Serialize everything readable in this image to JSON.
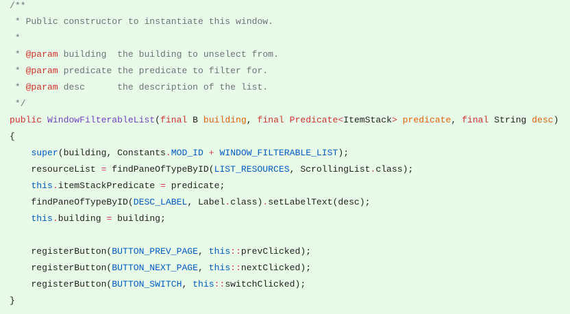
{
  "code": {
    "language": "java",
    "lines": [
      [
        {
          "t": "/**",
          "k": "c"
        }
      ],
      [
        {
          "t": " * Public constructor to instantiate this window.",
          "k": "c"
        }
      ],
      [
        {
          "t": " *",
          "k": "c"
        }
      ],
      [
        {
          "t": " * ",
          "k": "c"
        },
        {
          "t": "@param",
          "k": "ck"
        },
        {
          "t": " building  the building to unselect from.",
          "k": "c"
        }
      ],
      [
        {
          "t": " * ",
          "k": "c"
        },
        {
          "t": "@param",
          "k": "ck"
        },
        {
          "t": " predicate the predicate to filter for.",
          "k": "c"
        }
      ],
      [
        {
          "t": " * ",
          "k": "c"
        },
        {
          "t": "@param",
          "k": "ck"
        },
        {
          "t": " desc      the description of the list.",
          "k": "c"
        }
      ],
      [
        {
          "t": " */",
          "k": "c"
        }
      ],
      [
        {
          "t": "public",
          "k": "kw"
        },
        {
          "t": " ",
          "k": "pl"
        },
        {
          "t": "WindowFilterableList",
          "k": "fn"
        },
        {
          "t": "(",
          "k": "pl"
        },
        {
          "t": "final",
          "k": "kw"
        },
        {
          "t": " B ",
          "k": "pl"
        },
        {
          "t": "building",
          "k": "pa"
        },
        {
          "t": ", ",
          "k": "pl"
        },
        {
          "t": "final",
          "k": "kw"
        },
        {
          "t": " ",
          "k": "pl"
        },
        {
          "t": "Predicate",
          "k": "ty"
        },
        {
          "t": "<",
          "k": "op"
        },
        {
          "t": "ItemStack",
          "k": "pl"
        },
        {
          "t": ">",
          "k": "op"
        },
        {
          "t": " ",
          "k": "pl"
        },
        {
          "t": "predicate",
          "k": "pa"
        },
        {
          "t": ", ",
          "k": "pl"
        },
        {
          "t": "final",
          "k": "kw"
        },
        {
          "t": " String ",
          "k": "pl"
        },
        {
          "t": "desc",
          "k": "pa"
        },
        {
          "t": ")",
          "k": "pl"
        }
      ],
      [
        {
          "t": "{",
          "k": "pl"
        }
      ],
      [
        {
          "t": "    ",
          "k": "pl"
        },
        {
          "t": "super",
          "k": "ct"
        },
        {
          "t": "(building, Constants",
          "k": "pl"
        },
        {
          "t": ".",
          "k": "op"
        },
        {
          "t": "MOD_ID",
          "k": "ct"
        },
        {
          "t": " ",
          "k": "pl"
        },
        {
          "t": "+",
          "k": "op"
        },
        {
          "t": " ",
          "k": "pl"
        },
        {
          "t": "WINDOW_FILTERABLE_LIST",
          "k": "ct"
        },
        {
          "t": ");",
          "k": "pl"
        }
      ],
      [
        {
          "t": "    resourceList ",
          "k": "pl"
        },
        {
          "t": "=",
          "k": "op"
        },
        {
          "t": " findPaneOfTypeByID(",
          "k": "pl"
        },
        {
          "t": "LIST_RESOURCES",
          "k": "ct"
        },
        {
          "t": ", ScrollingList",
          "k": "pl"
        },
        {
          "t": ".",
          "k": "op"
        },
        {
          "t": "class);",
          "k": "pl"
        }
      ],
      [
        {
          "t": "    ",
          "k": "pl"
        },
        {
          "t": "this",
          "k": "ct"
        },
        {
          "t": ".",
          "k": "op"
        },
        {
          "t": "itemStackPredicate ",
          "k": "pl"
        },
        {
          "t": "=",
          "k": "op"
        },
        {
          "t": " predicate;",
          "k": "pl"
        }
      ],
      [
        {
          "t": "    findPaneOfTypeByID(",
          "k": "pl"
        },
        {
          "t": "DESC_LABEL",
          "k": "ct"
        },
        {
          "t": ", Label",
          "k": "pl"
        },
        {
          "t": ".",
          "k": "op"
        },
        {
          "t": "class)",
          "k": "pl"
        },
        {
          "t": ".",
          "k": "op"
        },
        {
          "t": "setLabelText(desc);",
          "k": "pl"
        }
      ],
      [
        {
          "t": "    ",
          "k": "pl"
        },
        {
          "t": "this",
          "k": "ct"
        },
        {
          "t": ".",
          "k": "op"
        },
        {
          "t": "building ",
          "k": "pl"
        },
        {
          "t": "=",
          "k": "op"
        },
        {
          "t": " building;",
          "k": "pl"
        }
      ],
      [
        {
          "t": "",
          "k": "pl"
        }
      ],
      [
        {
          "t": "    registerButton(",
          "k": "pl"
        },
        {
          "t": "BUTTON_PREV_PAGE",
          "k": "ct"
        },
        {
          "t": ", ",
          "k": "pl"
        },
        {
          "t": "this",
          "k": "ct"
        },
        {
          "t": "::",
          "k": "op"
        },
        {
          "t": "prevClicked);",
          "k": "pl"
        }
      ],
      [
        {
          "t": "    registerButton(",
          "k": "pl"
        },
        {
          "t": "BUTTON_NEXT_PAGE",
          "k": "ct"
        },
        {
          "t": ", ",
          "k": "pl"
        },
        {
          "t": "this",
          "k": "ct"
        },
        {
          "t": "::",
          "k": "op"
        },
        {
          "t": "nextClicked);",
          "k": "pl"
        }
      ],
      [
        {
          "t": "    registerButton(",
          "k": "pl"
        },
        {
          "t": "BUTTON_SWITCH",
          "k": "ct"
        },
        {
          "t": ", ",
          "k": "pl"
        },
        {
          "t": "this",
          "k": "ct"
        },
        {
          "t": "::",
          "k": "op"
        },
        {
          "t": "switchClicked);",
          "k": "pl"
        }
      ],
      [
        {
          "t": "}",
          "k": "pl"
        }
      ]
    ]
  },
  "colors": {
    "background": "#e8fbe9",
    "comment": "#6f7278",
    "keyword": "#d0312d",
    "function": "#6f42c1",
    "parameter": "#e36209",
    "constant": "#005cc5",
    "operator": "#d73a49",
    "plain": "#1f1f1f"
  }
}
